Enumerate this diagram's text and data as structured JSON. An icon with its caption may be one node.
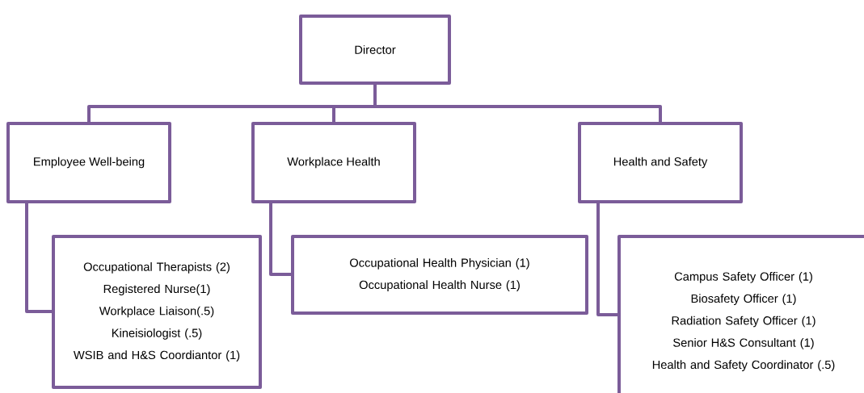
{
  "diagram": {
    "nodes": [
      {
        "text": [
          "Director"
        ]
      },
      {
        "text": [
          "Employee Well-being"
        ]
      },
      {
        "text": [
          "Workplace Health"
        ]
      },
      {
        "text": [
          "Health and Safety"
        ]
      },
      {
        "text": [
          "Occupational Therapists  (2)",
          "Registered Nurse(1)",
          "Workplace Liaison(.5)",
          "Kineisiologist (.5)",
          "WSIB and H&S Coordiantor (1)"
        ]
      },
      {
        "text": [
          "Occupational Health Physician (1)",
          "Occupational Health Nurse (1)"
        ]
      },
      {
        "text": [
          "Campus Safety Officer (1)",
          "Biosafety Officer (1)",
          "Radiation Safety Officer (1)",
          "Senior  H&S Consultant (1)",
          "Health and Safety Coordinator (.5)"
        ]
      }
    ],
    "edges": [
      {
        "from": 0,
        "to": 1,
        "arrow": "none"
      },
      {
        "from": 0,
        "to": 2,
        "arrow": "none"
      },
      {
        "from": 0,
        "to": 3,
        "arrow": "none"
      },
      {
        "from": 1,
        "to": 4,
        "arrow": "none"
      },
      {
        "from": 2,
        "to": 5,
        "arrow": "none"
      },
      {
        "from": 3,
        "to": 6,
        "arrow": "none"
      }
    ]
  }
}
